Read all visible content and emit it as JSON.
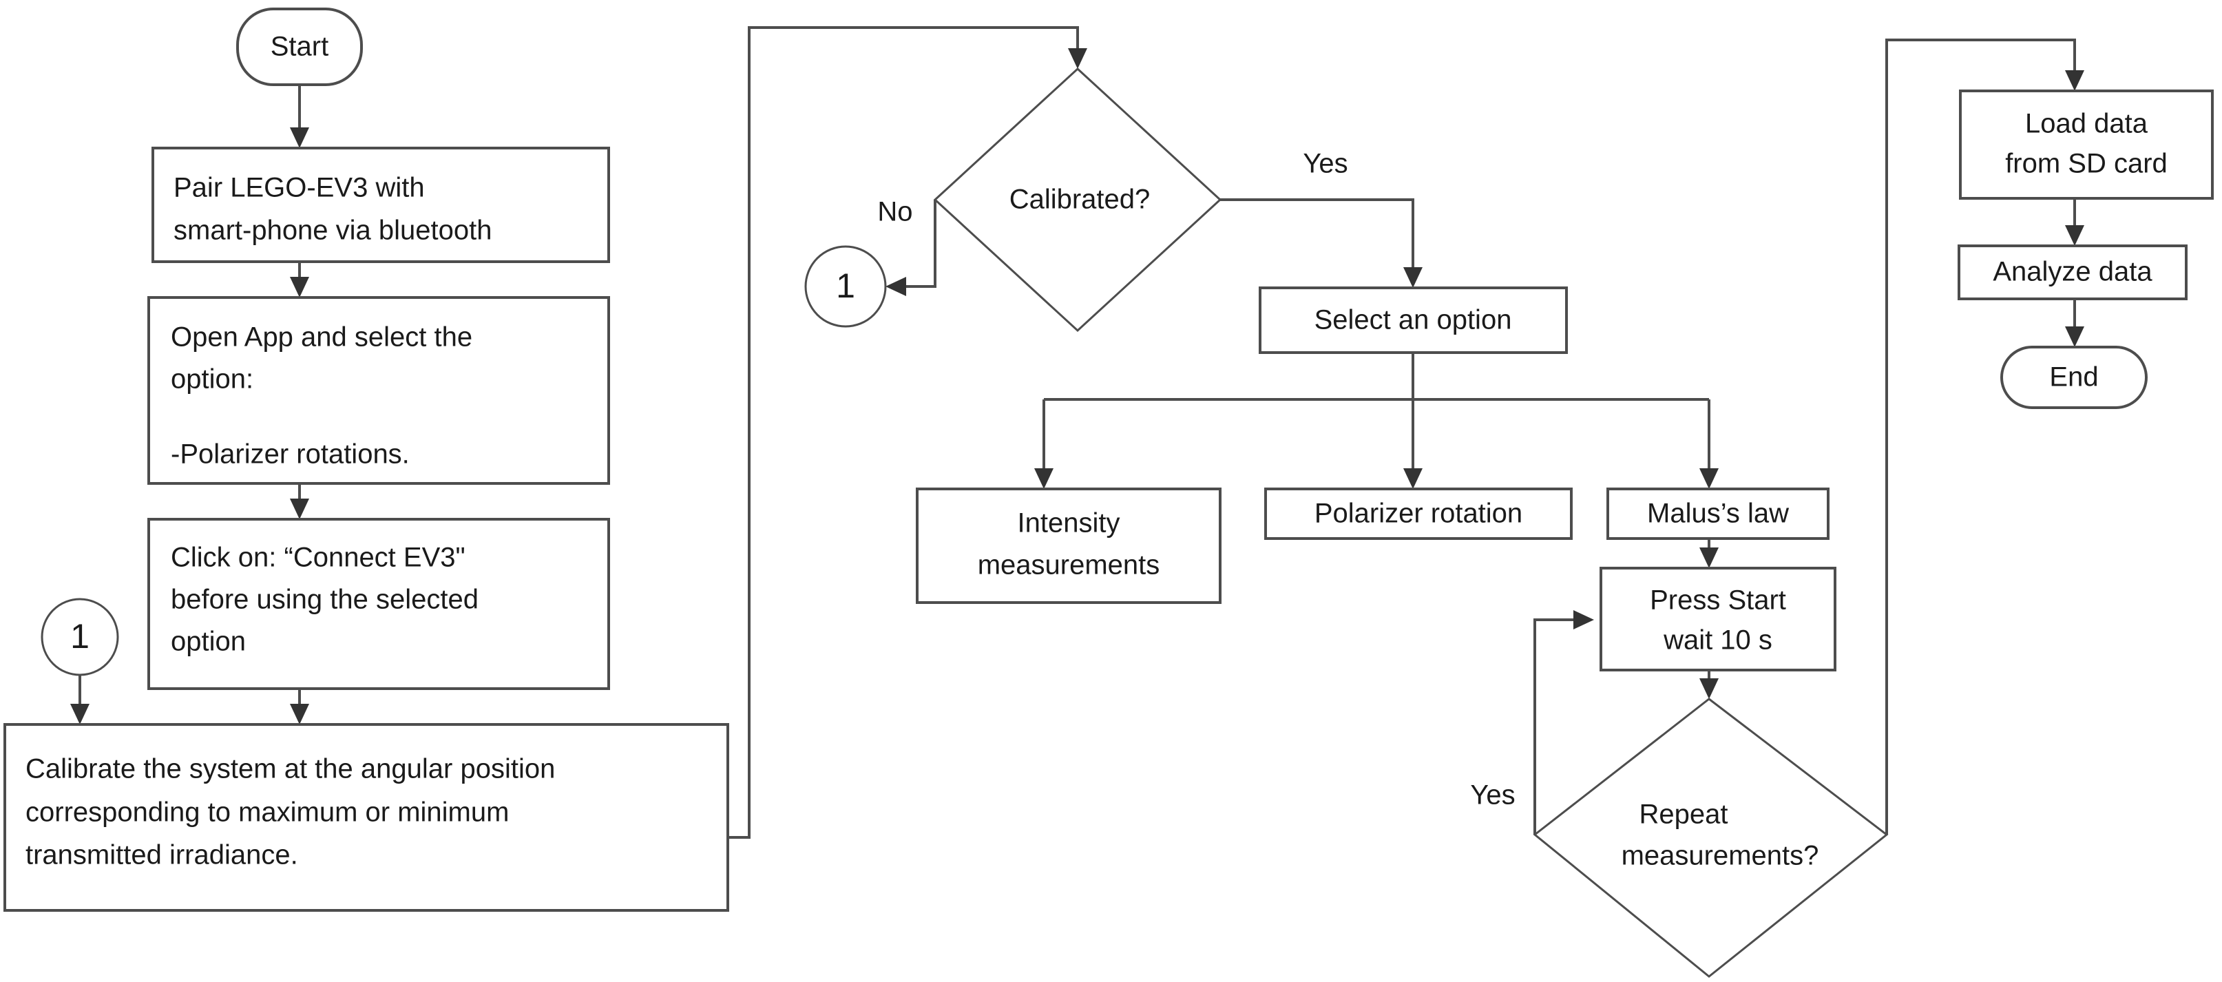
{
  "diagram": {
    "type": "flowchart",
    "title": "",
    "orientation": "left-to-right columns, top-to-bottom flow",
    "nodes": {
      "start": {
        "label": "Start",
        "shape": "terminator"
      },
      "pair": {
        "line1": "Pair LEGO-EV3 with",
        "line2": "smart-phone via bluetooth",
        "shape": "process"
      },
      "open_app": {
        "line1": "Open App and select the",
        "line2": "option:",
        "line3": "",
        "line4": "-Polarizer rotations.",
        "shape": "process"
      },
      "connect": {
        "line1": "Click on: “Connect EV3\"",
        "line2": "before using the selected",
        "line3": "option",
        "shape": "process"
      },
      "calibrate": {
        "line1": "Calibrate the system at the angular position",
        "line2": "corresponding to maximum or minimum",
        "line3": "transmitted irradiance.",
        "shape": "process"
      },
      "calibrated_q": {
        "label": "Calibrated?",
        "shape": "decision"
      },
      "select_option": {
        "label": "Select an option",
        "shape": "process"
      },
      "intensity": {
        "line1": "Intensity",
        "line2": "measurements",
        "shape": "process"
      },
      "polarizer": {
        "label": "Polarizer rotation",
        "shape": "process"
      },
      "malus": {
        "label": "Malus’s law",
        "shape": "process"
      },
      "press_start": {
        "line1": "Press Start",
        "line2": "wait 10 s",
        "shape": "process"
      },
      "repeat_q": {
        "line1": "Repeat",
        "line2": "measurements?",
        "shape": "decision"
      },
      "load_data": {
        "line1": "Load data",
        "line2": "from SD card",
        "shape": "process"
      },
      "analyze": {
        "label": "Analyze data",
        "shape": "process"
      },
      "end": {
        "label": "End",
        "shape": "terminator"
      }
    },
    "off_page_connectors": {
      "left": {
        "label": "1"
      },
      "middle": {
        "label": "1"
      }
    },
    "edge_labels": {
      "calibrated_no": "No",
      "calibrated_yes": "Yes",
      "repeat_yes": "Yes"
    },
    "colors": {
      "stroke": "#4d4d4d",
      "arrow": "#333333",
      "text": "#1a1a1a",
      "background": "#ffffff"
    }
  }
}
